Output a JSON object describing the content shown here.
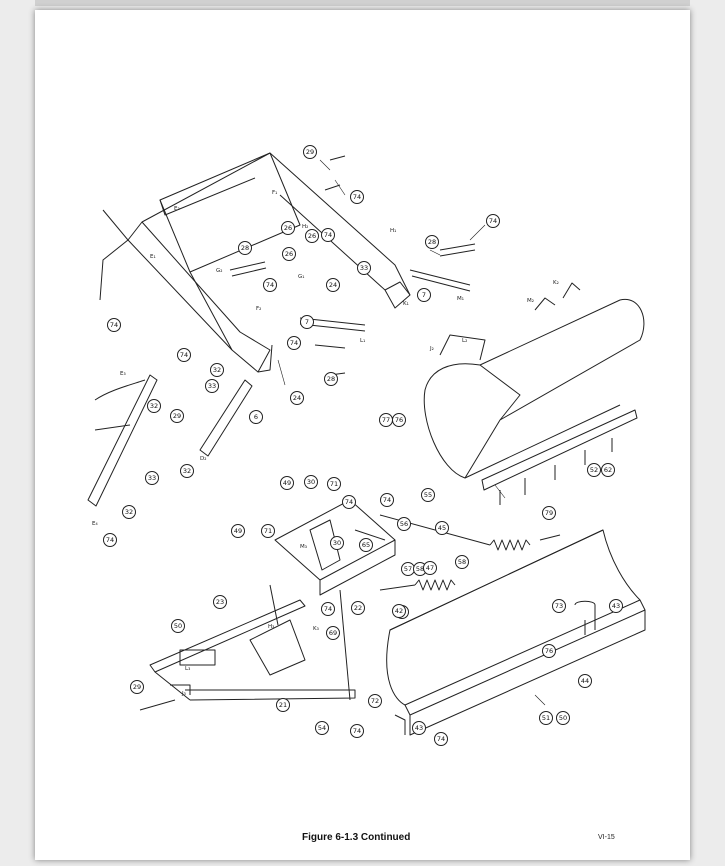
{
  "figure": {
    "caption": "Figure 6-1.3 Continued",
    "page_number": "VI-15"
  },
  "callouts": [
    "29",
    "74",
    "26",
    "26",
    "74",
    "28",
    "26",
    "74",
    "28",
    "33",
    "24",
    "74",
    "74",
    "7",
    "7",
    "74",
    "28",
    "24",
    "74",
    "32",
    "33",
    "29",
    "6",
    "32",
    "32",
    "33",
    "32",
    "74",
    "77",
    "76",
    "79",
    "52",
    "62",
    "49",
    "30",
    "71",
    "74",
    "74",
    "55",
    "56",
    "45",
    "49",
    "71",
    "30",
    "65",
    "57",
    "58",
    "58",
    "47",
    "55",
    "22",
    "23",
    "74",
    "50",
    "69",
    "29",
    "21",
    "72",
    "74",
    "43",
    "54",
    "42",
    "73",
    "43",
    "76",
    "44",
    "51",
    "50",
    "74"
  ]
}
